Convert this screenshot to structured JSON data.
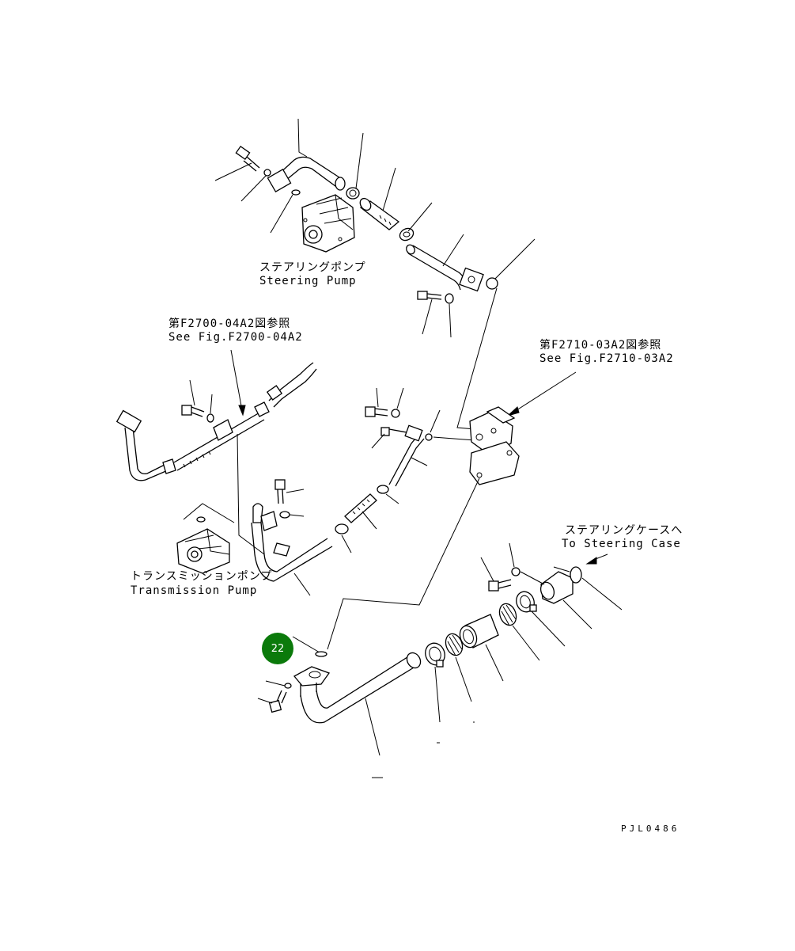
{
  "labels": {
    "steering_pump_jp": "ステアリングポンプ",
    "steering_pump_en": "Steering Pump",
    "see_fig_a_jp": "第F2700-04A2図参照",
    "see_fig_a_en": "See Fig.F2700-04A2",
    "see_fig_b_jp": "第F2710-03A2図参照",
    "see_fig_b_en": "See Fig.F2710-03A2",
    "transmission_pump_jp": "トランスミッションポンプ",
    "transmission_pump_en": "Transmission Pump",
    "to_steering_case_jp": "ステアリングケースへ",
    "to_steering_case_en": "To Steering Case"
  },
  "callout": {
    "number": "22",
    "color": "#0b7a0b"
  },
  "drawing_code": "PJL0486"
}
